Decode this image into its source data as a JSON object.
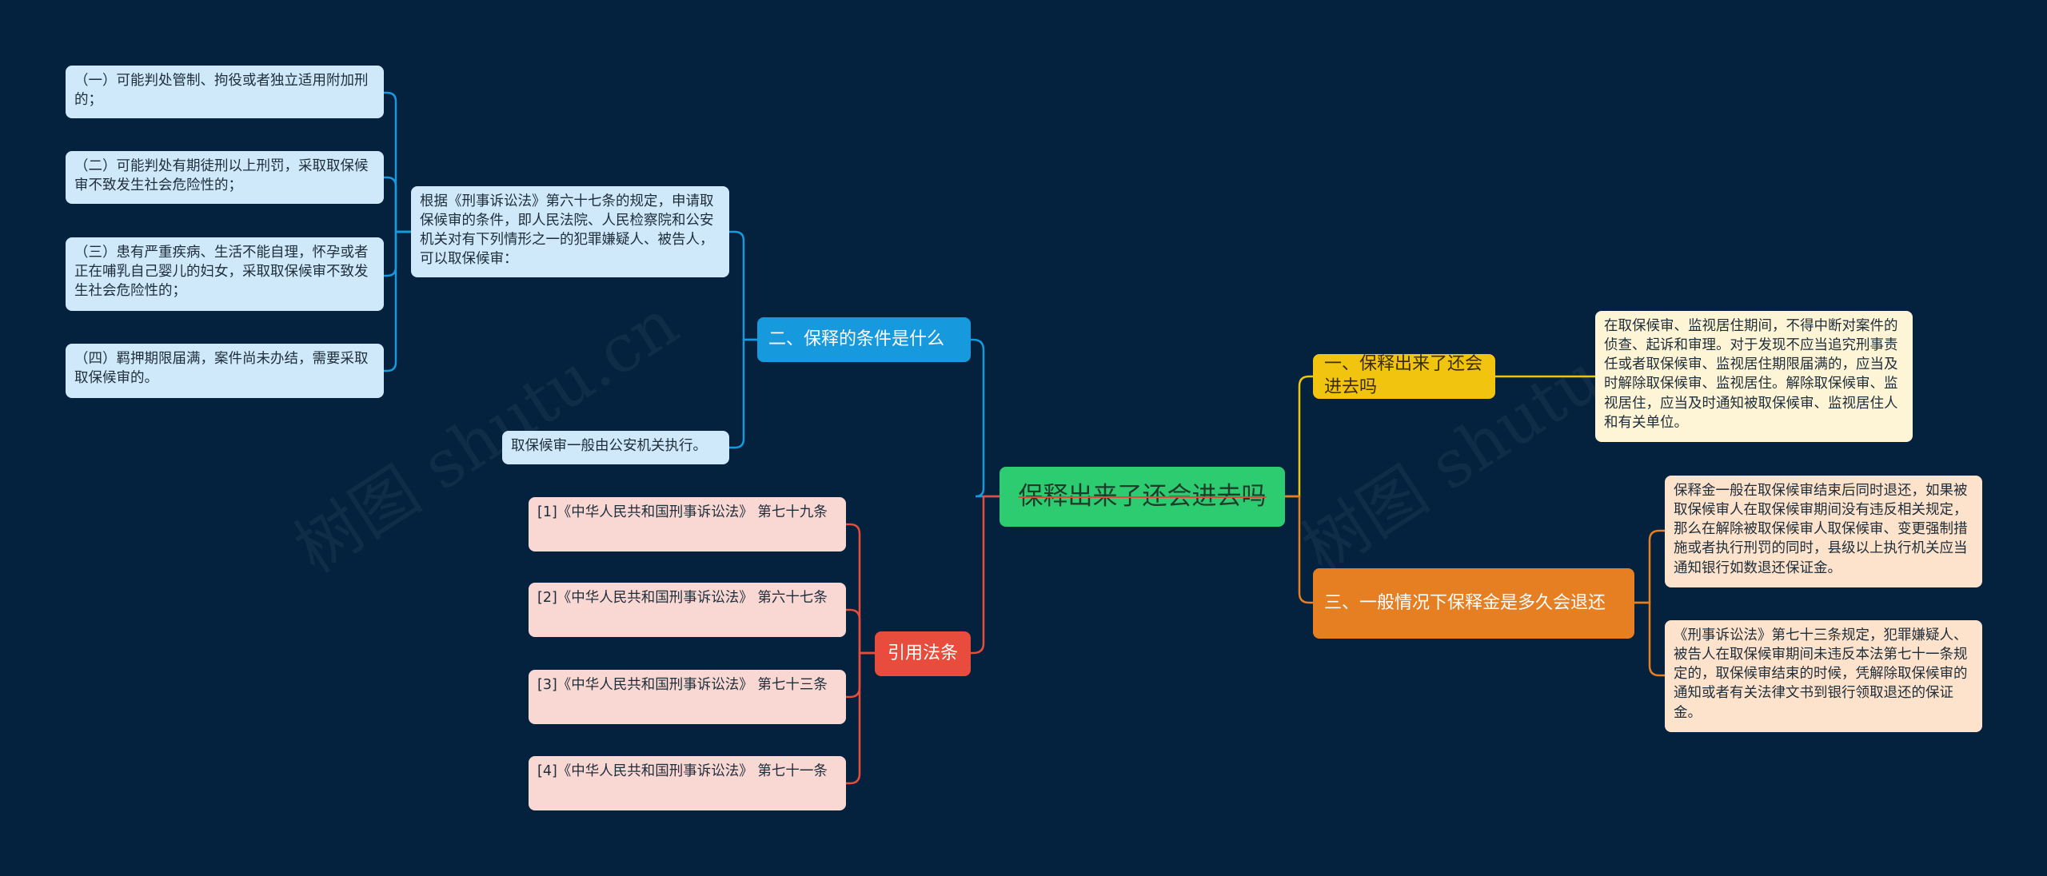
{
  "root": {
    "label": "保释出来了还会进去吗"
  },
  "watermark": "树图 shutu.cn",
  "branches": {
    "conditions": {
      "label": "二、保释的条件是什么",
      "intro": "根据《刑事诉讼法》第六十七条的规定，申请取保候审的条件，即人民法院、人民检察院和公安机关对有下列情形之一的犯罪嫌疑人、被告人，可以取保候审：",
      "items": [
        "（一）可能判处管制、拘役或者独立适用附加刑的；",
        "（二）可能判处有期徒刑以上刑罚，采取取保候审不致发生社会危险性的；",
        "（三）患有严重疾病、生活不能自理，怀孕或者正在哺乳自己婴儿的妇女，采取取保候审不致发生社会危险性的；",
        "（四）羁押期限届满，案件尚未办结，需要采取取保候审的。"
      ],
      "executor": "取保候审一般由公安机关执行。"
    },
    "references": {
      "label": "引用法条",
      "items": [
        "[1]《中华人民共和国刑事诉讼法》 第七十九条",
        "[2]《中华人民共和国刑事诉讼法》 第六十七条",
        "[3]《中华人民共和国刑事诉讼法》 第七十三条",
        "[4]《中华人民共和国刑事诉讼法》 第七十一条"
      ]
    },
    "return_jail": {
      "label": "一、保释出来了还会进去吗",
      "detail": "在取保候审、监视居住期间，不得中断对案件的侦查、起诉和审理。对于发现不应当追究刑事责任或者取保候审、监视居住期限届满的，应当及时解除取保候审、监视居住。解除取保候审、监视居住，应当及时通知被取保候审、监视居住人和有关单位。"
    },
    "bail_refund": {
      "label": "三、一般情况下保释金是多久会退还",
      "details": [
        "保释金一般在取保候审结束后同时退还，如果被取保候审人在取保候审期间没有违反相关规定，那么在解除被取保候审人取保候审、变更强制措施或者执行刑罚的同时，县级以上执行机关应当通知银行如数退还保证金。",
        "《刑事诉讼法》第七十三条规定，犯罪嫌疑人、被告人在取保候审期间未违反本法第七十一条规定的，取保候审结束的时候，凭解除取保候审的通知或者有关法律文书到银行领取退还的保证金。"
      ]
    }
  },
  "colors": {
    "background": "#04213d",
    "root": "#2ecc71",
    "blue": "#1799de",
    "yellow": "#f1c40f",
    "orange": "#e67e22",
    "red": "#e74c3c"
  }
}
